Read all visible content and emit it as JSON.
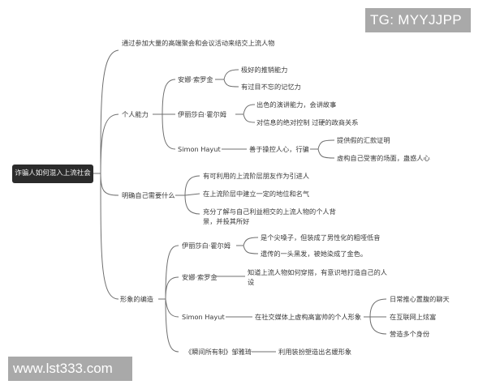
{
  "root": {
    "label": "诈骗人如何混入上流社会"
  },
  "branches": {
    "b1": {
      "label": "通过参加大量的高端聚会和会议活动来结交上流人物"
    },
    "b2": {
      "label": "个人能力",
      "children": {
        "anna": {
          "label": "安娜·索罗金",
          "items": [
            "极好的推销能力",
            "有过目不忘的记忆力"
          ]
        },
        "elizabeth": {
          "label": "伊丽莎白·霍尔姆",
          "items": [
            "出色的演讲能力，会讲故事",
            "对信息的绝对控制 过硬的政商关系"
          ]
        },
        "simon": {
          "label": "Simon Hayut",
          "mid": "善于操控人心，行骗",
          "items": [
            "提供假的汇款证明",
            "虚构自己受害的场面，蛊惑人心"
          ]
        }
      }
    },
    "b3": {
      "label": "明确自己需要什么",
      "items": [
        "有可利用的上流阶层朋友作为引进人",
        "在上流阶层中建立一定的地位和名气",
        "充分了解与自己利益相交的上流人物的个人背景，并投其所好"
      ]
    },
    "b4": {
      "label": "形象的编造",
      "children": {
        "elizabeth": {
          "label": "伊丽莎白·霍尔姆",
          "items": [
            "是个尖嗓子，但装成了男性化的粗哑低音",
            "遗传的一头黑发，被她染成了金色。"
          ]
        },
        "anna": {
          "label": "安娜·索罗金",
          "mid": "知道上流人物如何穿搭，有意识地打造自己的人设"
        },
        "simon": {
          "label": "Simon Hayut",
          "mid": "在社交媒体上虚构高富帅的个人形象",
          "items": [
            "日常推心置腹的聊天",
            "在互联网上炫富",
            "营造多个身份"
          ]
        },
        "zou": {
          "label": "《瞬间所有制》邹雅琦",
          "mid": "利用装扮塑造出名媛形象"
        }
      }
    }
  },
  "watermarks": {
    "top": "TG: MYYJJPP",
    "bottom": "www.lst333.com"
  },
  "colors": {
    "root_bg": "#2b2b2b",
    "line": "#6f6f6f",
    "watermark_bg": "#a9a9a9"
  }
}
